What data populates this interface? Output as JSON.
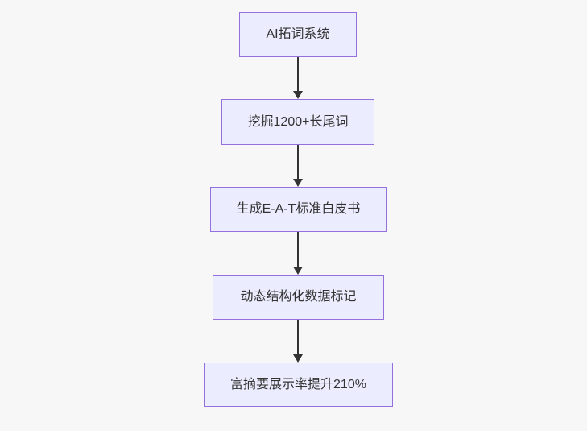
{
  "diagram": {
    "type": "flowchart",
    "direction": "top-down",
    "nodes": [
      {
        "label": "AI拓词系统"
      },
      {
        "label": "挖掘1200+长尾词"
      },
      {
        "label": "生成E-A-T标准白皮书"
      },
      {
        "label": "动态结构化数据标记"
      },
      {
        "label": "富摘要展示率提升210%"
      }
    ],
    "edges": [
      {
        "from": 0,
        "to": 1
      },
      {
        "from": 1,
        "to": 2
      },
      {
        "from": 2,
        "to": 3
      },
      {
        "from": 3,
        "to": 4
      }
    ],
    "colors": {
      "node_fill": "#ECECFF",
      "node_border": "#9370DB",
      "node_text": "#333333",
      "edge": "#333333",
      "background": "#f7f7f7"
    }
  }
}
